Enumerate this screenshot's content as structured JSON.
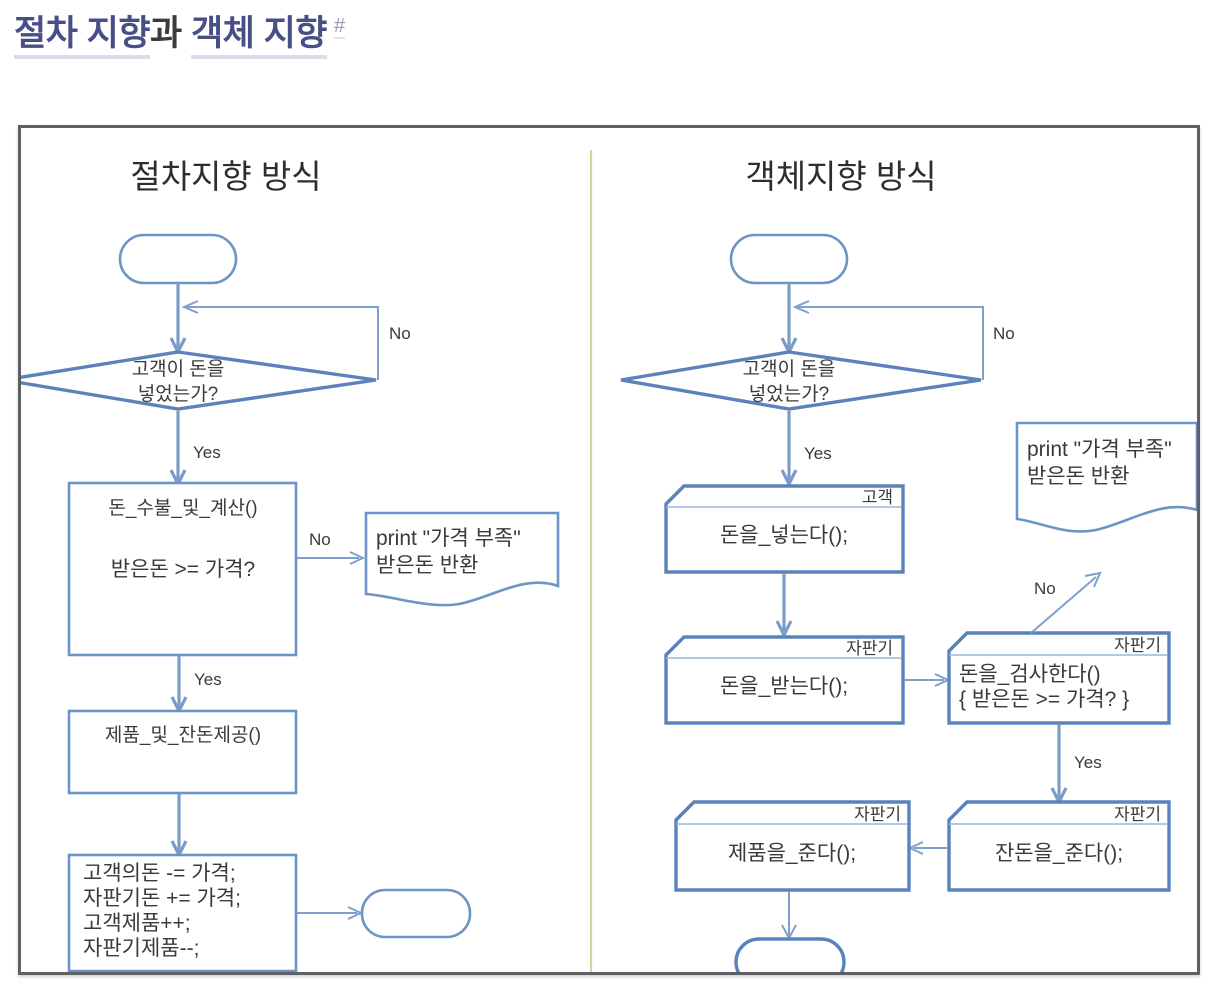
{
  "heading": {
    "part_linked_1": "절차 지향",
    "part_plain": "과 ",
    "part_linked_2": "객체 지향",
    "anchor": "#"
  },
  "figure": {
    "left_panel": {
      "title": "절차지향 방식",
      "start_label": "",
      "decision": "고객이 돈을\n넣었는가?",
      "decision_line1": "고객이 돈을",
      "decision_line2": "넣었는가?",
      "edge_no_loop": "No",
      "edge_yes_1": "Yes",
      "process1_line1": "돈_수불_및_계산()",
      "process1_line2": "받은돈 >= 가격?",
      "edge_no_2": "No",
      "doc_line1": "print \"가격 부족\"",
      "doc_line2": "받은돈 반환",
      "edge_yes_2": "Yes",
      "process2": "제품_및_잔돈제공()",
      "process3_line1": "고객의돈 -= 가격;",
      "process3_line2": "자판기돈 += 가격;",
      "process3_line3": "고객제품++;",
      "process3_line4": "자판기제품--;",
      "end_label": ""
    },
    "right_panel": {
      "title": "객체지향 방식",
      "start_label": "",
      "decision_line1": "고객이 돈을",
      "decision_line2": "넣었는가?",
      "edge_no_loop": "No",
      "edge_yes_1": "Yes",
      "step1": {
        "actor": "고객",
        "call": "돈을_넣는다();"
      },
      "step2": {
        "actor": "자판기",
        "call": "돈을_받는다();"
      },
      "step3": {
        "actor": "자판기",
        "call_line1": "돈을_검사한다()",
        "call_line2": "{ 받은돈 >= 가격? }"
      },
      "edge_no_2": "No",
      "doc_line1": "print \"가격 부족\"",
      "doc_line2": "받은돈 반환",
      "edge_yes_2": "Yes",
      "step4": {
        "actor": "자판기",
        "call": "잔돈을_준다();"
      },
      "step5": {
        "actor": "자판기",
        "call": "제품을_준다();"
      },
      "end_label": ""
    },
    "colors": {
      "shape_stroke": "#6d94c6",
      "shape_stroke_thick": "#5b83bb",
      "connector": "#7f9fcb",
      "divider": "#cdd89a",
      "frame": "#5f6063",
      "heading_link": "#474f85",
      "heading_plain": "#3b3b3b"
    }
  }
}
